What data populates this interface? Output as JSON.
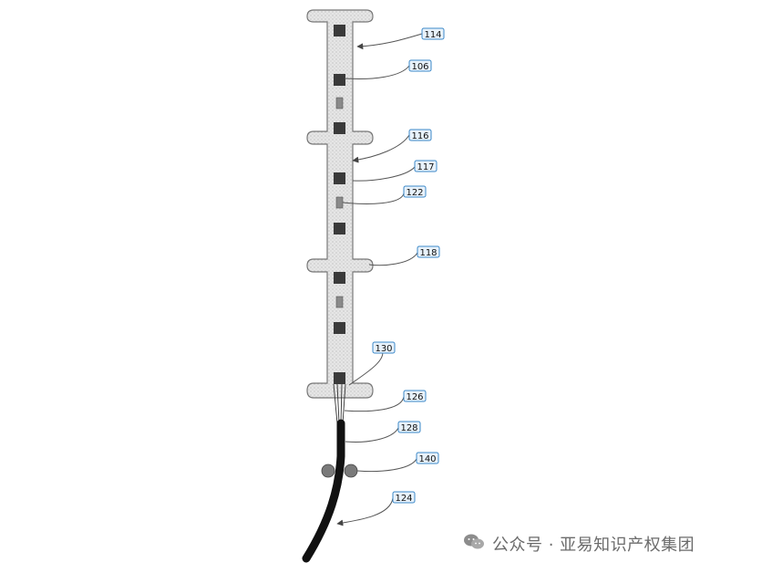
{
  "colors": {
    "body_fill": "#dcdcdc",
    "body_stroke": "#777777",
    "contact_fill": "#3a3a3a",
    "sensor_fill": "#8a8a8a",
    "cable": "#111111",
    "label_box_border": "#3b88c8",
    "label_box_fill": "#e8f2fb",
    "watermark": "#6b6b6b"
  },
  "reference_labels": [
    {
      "id": "ref-114",
      "text": "114"
    },
    {
      "id": "ref-106",
      "text": "106"
    },
    {
      "id": "ref-116",
      "text": "116"
    },
    {
      "id": "ref-117",
      "text": "117"
    },
    {
      "id": "ref-122",
      "text": "122"
    },
    {
      "id": "ref-118",
      "text": "118"
    },
    {
      "id": "ref-130",
      "text": "130"
    },
    {
      "id": "ref-126",
      "text": "126"
    },
    {
      "id": "ref-128",
      "text": "128"
    },
    {
      "id": "ref-140",
      "text": "140"
    },
    {
      "id": "ref-124",
      "text": "124"
    }
  ],
  "watermark": {
    "icon": "wechat-icon",
    "text": "公众号 · 亚易知识产权集团"
  }
}
